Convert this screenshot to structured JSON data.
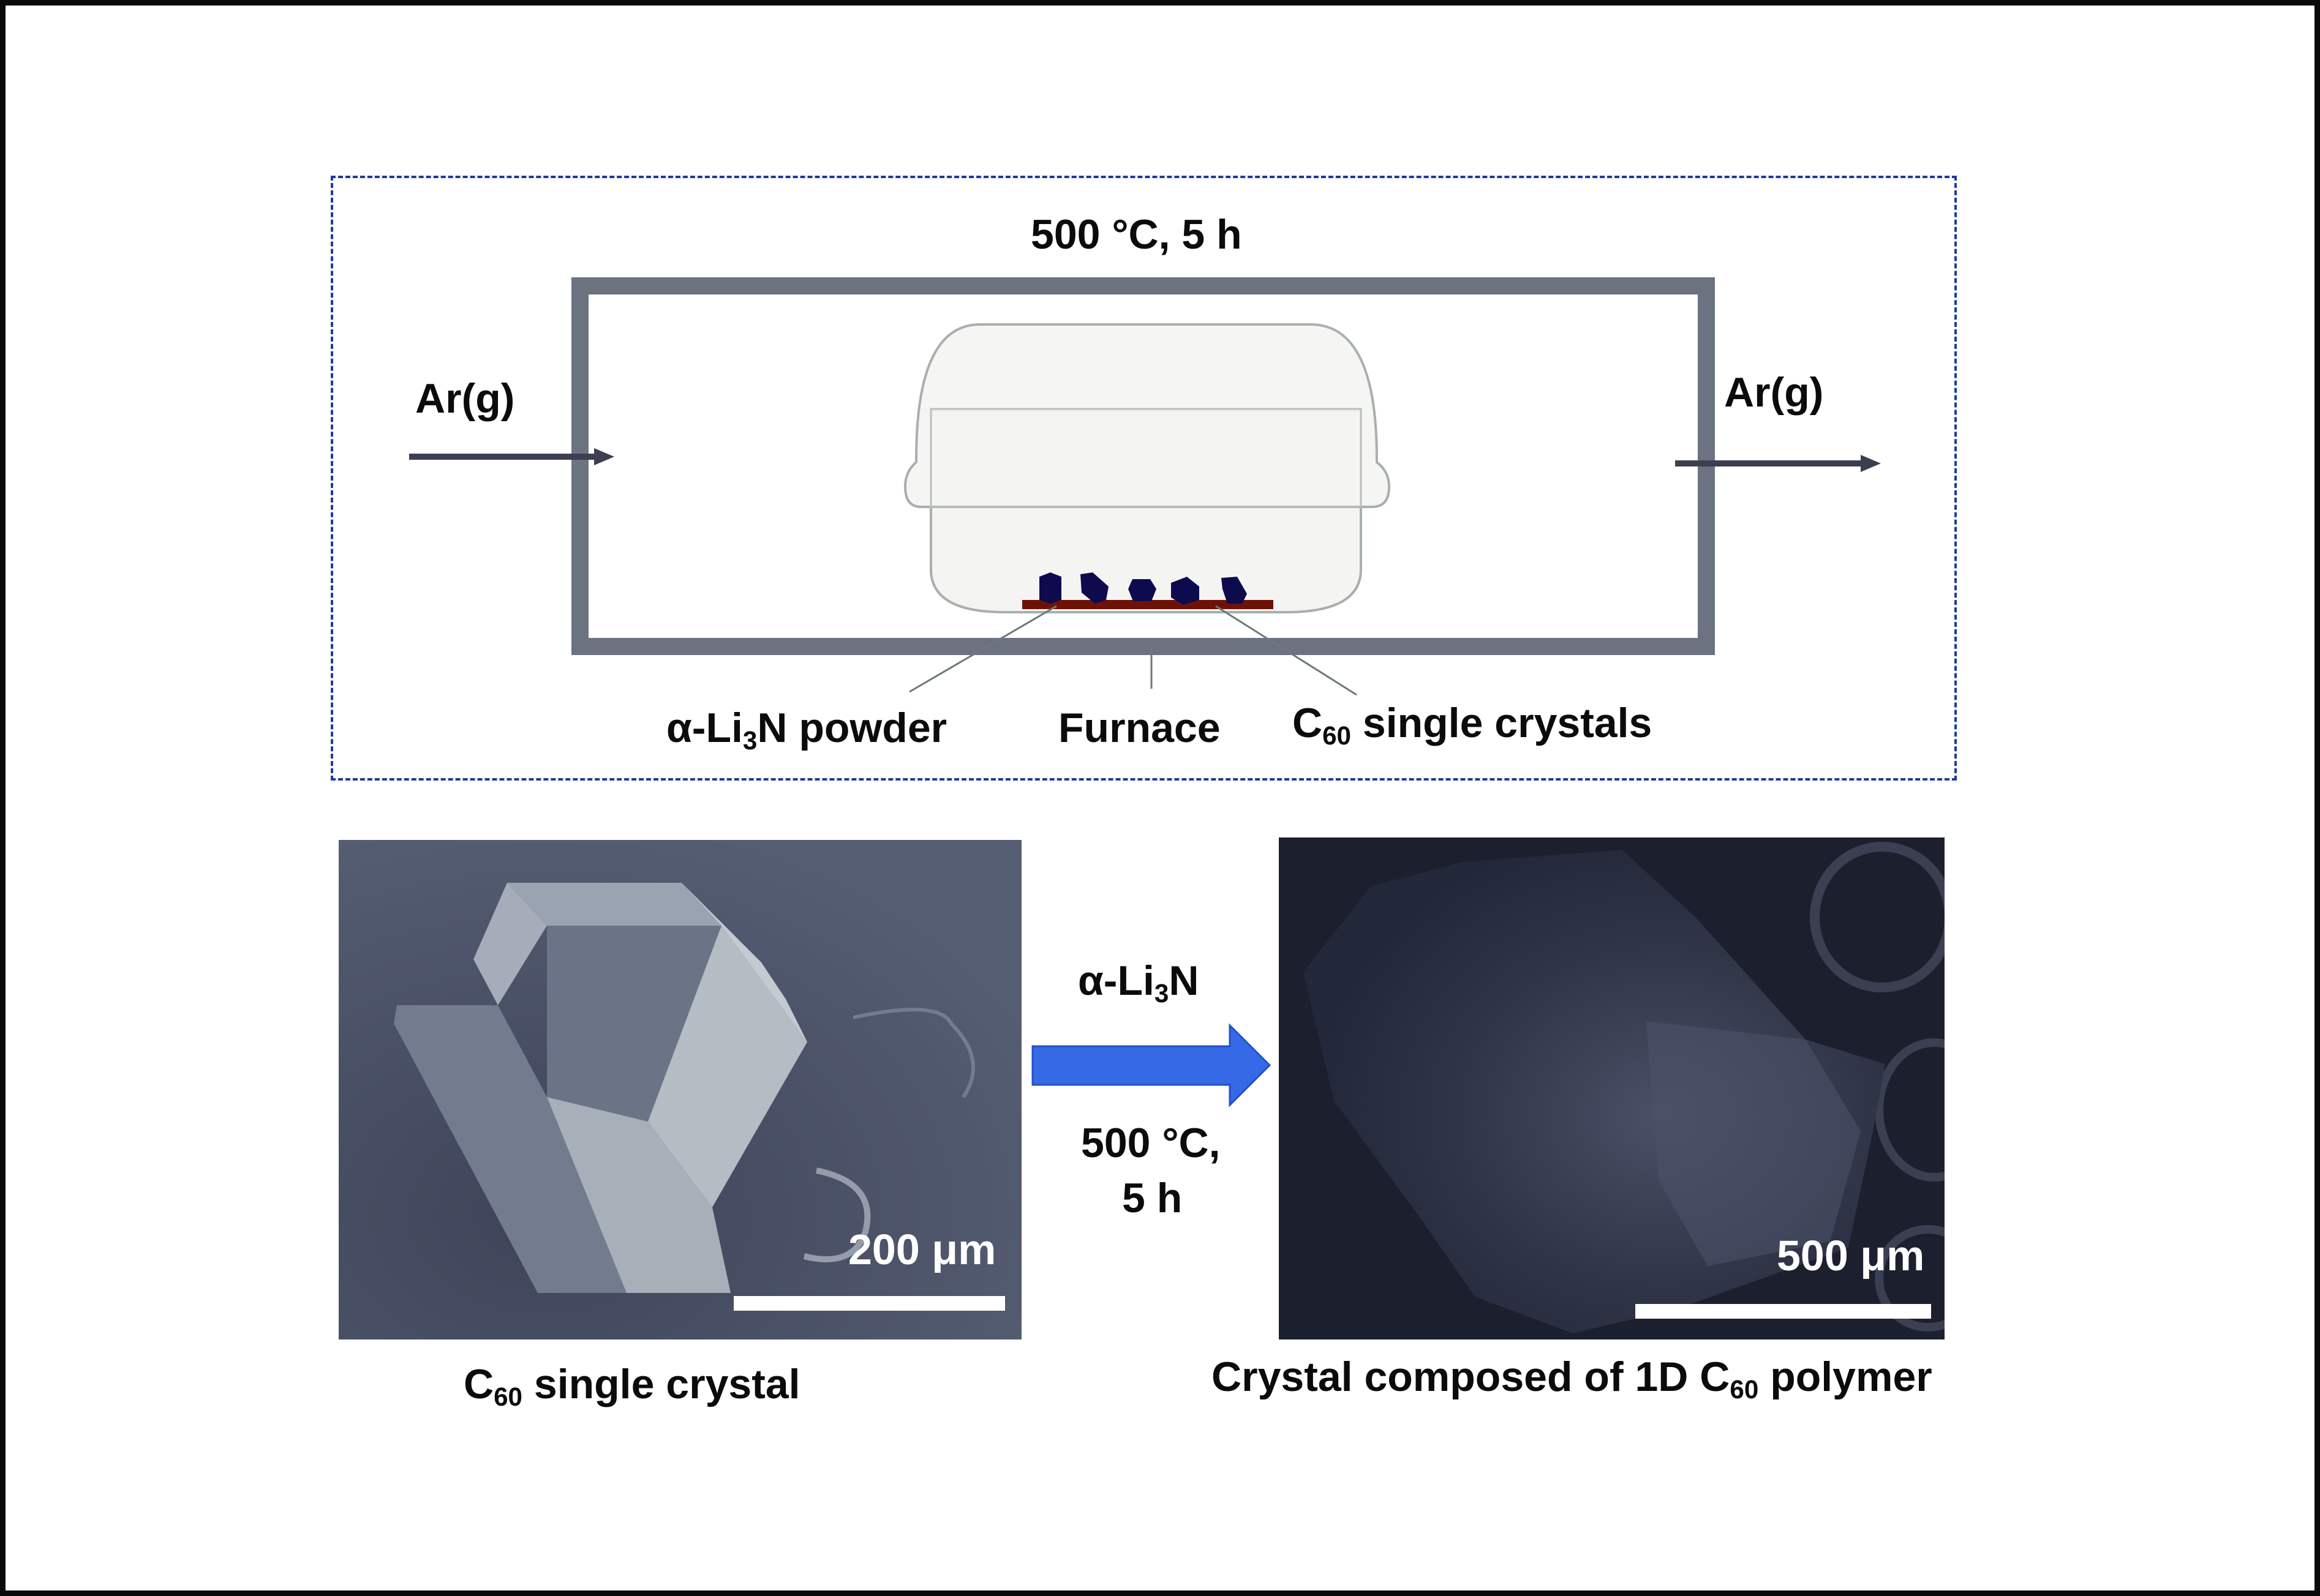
{
  "colors": {
    "furnace_wall": "#6b7280",
    "arrow_dark": "#3c3f52",
    "crystal": "#0d0a4e",
    "substrate": "#6e1208",
    "crucible_fill": "#f4f5f3",
    "crucible_edge": "#a8b0ac",
    "dashed_border": "#1f3b9b",
    "reaction_arrow": "#3569e6",
    "sem_left_bg": "#4b5268",
    "sem_right_bg": "#1c1f2e"
  },
  "schematic": {
    "condition": "500 °C, 5 h",
    "gas_in": "Ar(g)",
    "gas_out": "Ar(g)",
    "labels": {
      "powder_prefix": "α-Li",
      "powder_sub": "3",
      "powder_suffix": "N powder",
      "furnace": "Furnace",
      "crystals_prefix": "C",
      "crystals_sub": "60",
      "crystals_suffix": " single crystals"
    },
    "crystal_count": 5
  },
  "reaction": {
    "reagent_prefix": "α-Li",
    "reagent_sub": "3",
    "reagent_suffix": "N",
    "condition_line1": "500 °C,",
    "condition_line2": "5 h"
  },
  "left_image": {
    "scale_label": "200 μm",
    "caption_prefix": "C",
    "caption_sub": "60",
    "caption_suffix": " single crystal"
  },
  "right_image": {
    "scale_label": "500 μm",
    "caption_prefix": "Crystal composed of 1D C",
    "caption_sub": "60",
    "caption_suffix": " polymer"
  }
}
